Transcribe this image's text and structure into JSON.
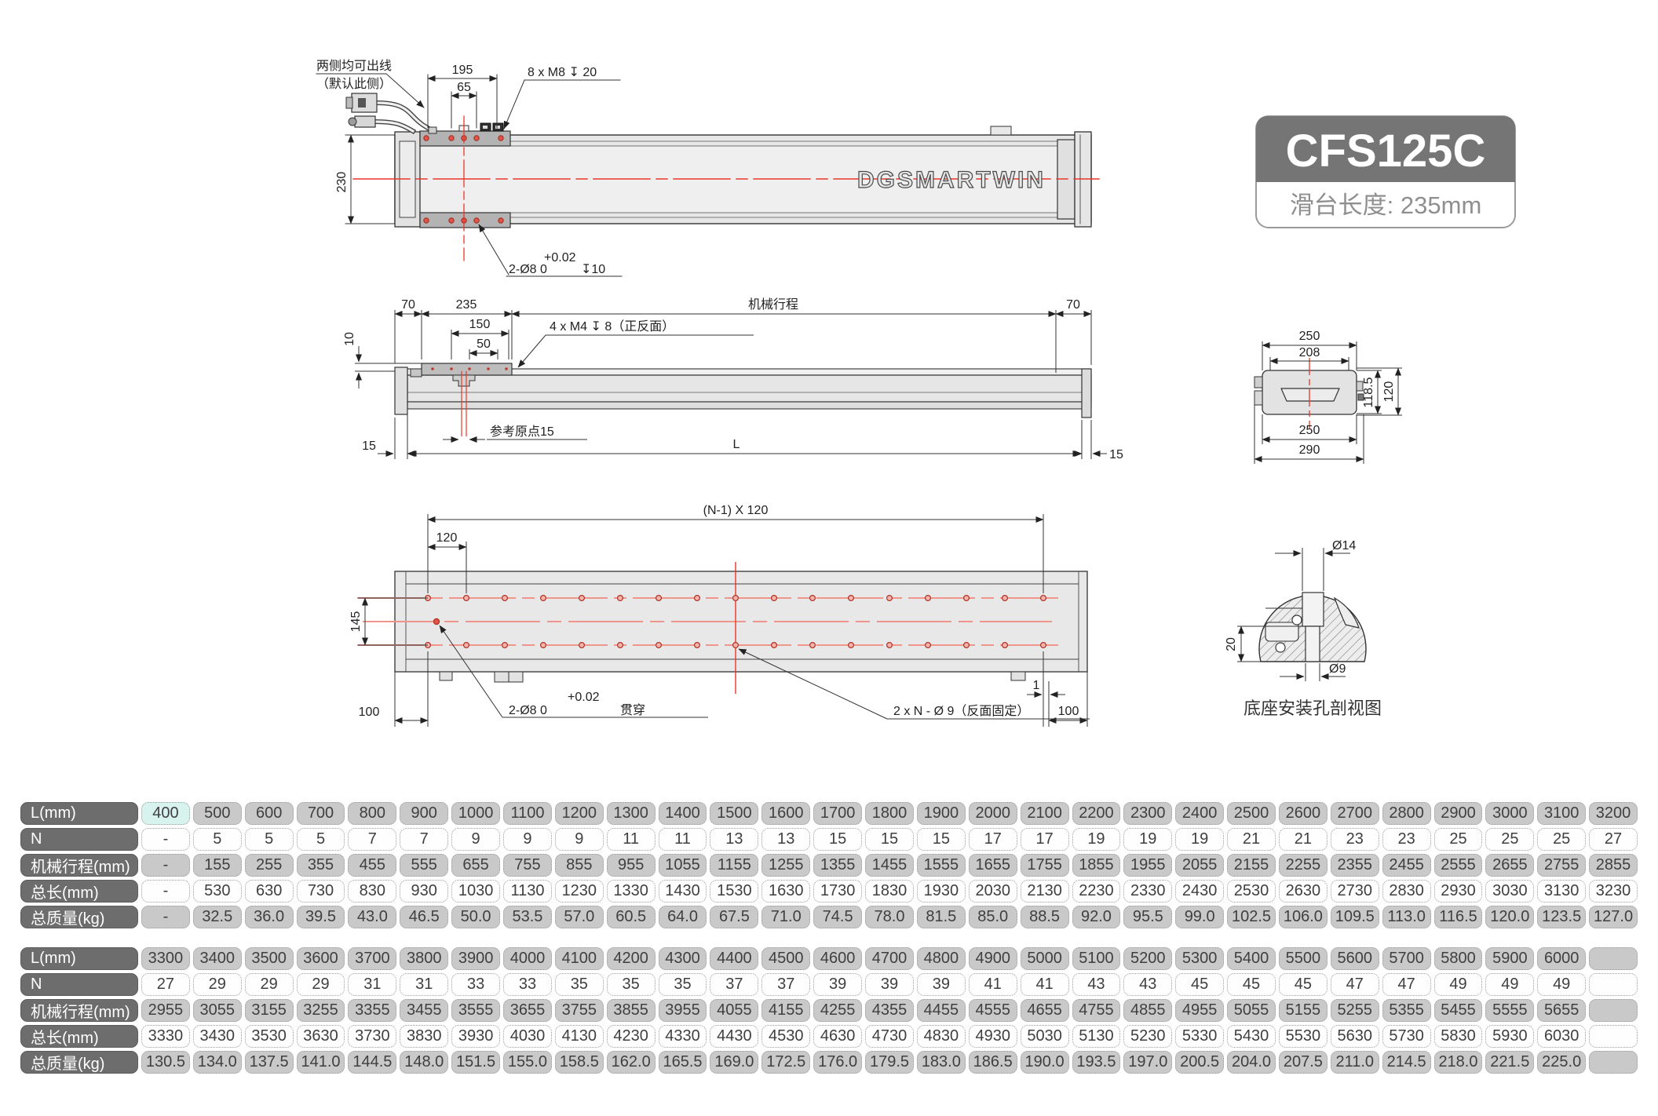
{
  "badge": {
    "model": "CFS125C",
    "subtitle": "滑台长度: 235mm"
  },
  "drawing": {
    "top": {
      "note1": "两侧均可出线",
      "note2": "（默认此侧）",
      "d195": "195",
      "d65": "65",
      "d230": "230",
      "m8": "8 x M8 ↧ 20",
      "pin_tol": "+0.02",
      "pin": "2-Ø8  0",
      "pin_depth": "↧10",
      "logo": "DGSMARTWIN"
    },
    "side": {
      "d70l": "70",
      "d235": "235",
      "stroke": "机械行程",
      "d70r": "70",
      "d150": "150",
      "d50": "50",
      "m4": "4 x M4 ↧ 8（正反面）",
      "d10": "10",
      "origin": "参考原点15",
      "d15l": "15",
      "dL": "L",
      "d15r": "15"
    },
    "end": {
      "d250t": "250",
      "d208": "208",
      "d1185": "118.5",
      "d120": "120",
      "d250b": "250",
      "d290": "290"
    },
    "bottom": {
      "pitch": "(N-1) X 120",
      "d120": "120",
      "d145": "145",
      "d100l": "100",
      "pin_tol": "+0.02",
      "pin": "2-Ø8  0",
      "pin_through": "贯穿",
      "nholes": "2 x N - Ø 9（反面固定）",
      "d1": "1",
      "d100r": "100"
    },
    "detail": {
      "d14": "Ø14",
      "d20": "20",
      "d9": "Ø9",
      "caption": "底座安装孔剖视图"
    }
  },
  "tables": [
    {
      "id": "upper",
      "highlight": {
        "row": 0,
        "col": 0
      },
      "rows": [
        {
          "header": "L(mm)",
          "style": "gray",
          "values": [
            "400",
            "500",
            "600",
            "700",
            "800",
            "900",
            "1000",
            "1100",
            "1200",
            "1300",
            "1400",
            "1500",
            "1600",
            "1700",
            "1800",
            "1900",
            "2000",
            "2100",
            "2200",
            "2300",
            "2400",
            "2500",
            "2600",
            "2700",
            "2800",
            "2900",
            "3000",
            "3100",
            "3200"
          ]
        },
        {
          "header": "N",
          "style": "white",
          "values": [
            "-",
            "5",
            "5",
            "5",
            "7",
            "7",
            "9",
            "9",
            "9",
            "11",
            "11",
            "13",
            "13",
            "15",
            "15",
            "15",
            "17",
            "17",
            "19",
            "19",
            "19",
            "21",
            "21",
            "23",
            "23",
            "25",
            "25",
            "25",
            "27"
          ]
        },
        {
          "header": "机械行程(mm)",
          "style": "gray",
          "values": [
            "-",
            "155",
            "255",
            "355",
            "455",
            "555",
            "655",
            "755",
            "855",
            "955",
            "1055",
            "1155",
            "1255",
            "1355",
            "1455",
            "1555",
            "1655",
            "1755",
            "1855",
            "1955",
            "2055",
            "2155",
            "2255",
            "2355",
            "2455",
            "2555",
            "2655",
            "2755",
            "2855"
          ]
        },
        {
          "header": "总长(mm)",
          "style": "white",
          "values": [
            "-",
            "530",
            "630",
            "730",
            "830",
            "930",
            "1030",
            "1130",
            "1230",
            "1330",
            "1430",
            "1530",
            "1630",
            "1730",
            "1830",
            "1930",
            "2030",
            "2130",
            "2230",
            "2330",
            "2430",
            "2530",
            "2630",
            "2730",
            "2830",
            "2930",
            "3030",
            "3130",
            "3230"
          ]
        },
        {
          "header": "总质量(kg)",
          "style": "gray",
          "values": [
            "-",
            "32.5",
            "36.0",
            "39.5",
            "43.0",
            "46.5",
            "50.0",
            "53.5",
            "57.0",
            "60.5",
            "64.0",
            "67.5",
            "71.0",
            "74.5",
            "78.0",
            "81.5",
            "85.0",
            "88.5",
            "92.0",
            "95.5",
            "99.0",
            "102.5",
            "106.0",
            "109.5",
            "113.0",
            "116.5",
            "120.0",
            "123.5",
            "127.0"
          ]
        }
      ]
    },
    {
      "id": "lower",
      "highlight": null,
      "rows": [
        {
          "header": "L(mm)",
          "style": "gray",
          "values": [
            "3300",
            "3400",
            "3500",
            "3600",
            "3700",
            "3800",
            "3900",
            "4000",
            "4100",
            "4200",
            "4300",
            "4400",
            "4500",
            "4600",
            "4700",
            "4800",
            "4900",
            "5000",
            "5100",
            "5200",
            "5300",
            "5400",
            "5500",
            "5600",
            "5700",
            "5800",
            "5900",
            "6000",
            ""
          ]
        },
        {
          "header": "N",
          "style": "white",
          "values": [
            "27",
            "29",
            "29",
            "29",
            "31",
            "31",
            "33",
            "33",
            "35",
            "35",
            "35",
            "37",
            "37",
            "39",
            "39",
            "39",
            "41",
            "41",
            "43",
            "43",
            "45",
            "45",
            "45",
            "47",
            "47",
            "49",
            "49",
            "49",
            ""
          ]
        },
        {
          "header": "机械行程(mm)",
          "style": "gray",
          "values": [
            "2955",
            "3055",
            "3155",
            "3255",
            "3355",
            "3455",
            "3555",
            "3655",
            "3755",
            "3855",
            "3955",
            "4055",
            "4155",
            "4255",
            "4355",
            "4455",
            "4555",
            "4655",
            "4755",
            "4855",
            "4955",
            "5055",
            "5155",
            "5255",
            "5355",
            "5455",
            "5555",
            "5655",
            ""
          ]
        },
        {
          "header": "总长(mm)",
          "style": "white",
          "values": [
            "3330",
            "3430",
            "3530",
            "3630",
            "3730",
            "3830",
            "3930",
            "4030",
            "4130",
            "4230",
            "4330",
            "4430",
            "4530",
            "4630",
            "4730",
            "4830",
            "4930",
            "5030",
            "5130",
            "5230",
            "5330",
            "5430",
            "5530",
            "5630",
            "5730",
            "5830",
            "5930",
            "6030",
            ""
          ]
        },
        {
          "header": "总质量(kg)",
          "style": "gray",
          "values": [
            "130.5",
            "134.0",
            "137.5",
            "141.0",
            "144.5",
            "148.0",
            "151.5",
            "155.0",
            "158.5",
            "162.0",
            "165.5",
            "169.0",
            "172.5",
            "176.0",
            "179.5",
            "183.0",
            "186.5",
            "190.0",
            "193.5",
            "197.0",
            "200.5",
            "204.0",
            "207.5",
            "211.0",
            "214.5",
            "218.0",
            "221.5",
            "225.0",
            ""
          ]
        }
      ]
    }
  ]
}
